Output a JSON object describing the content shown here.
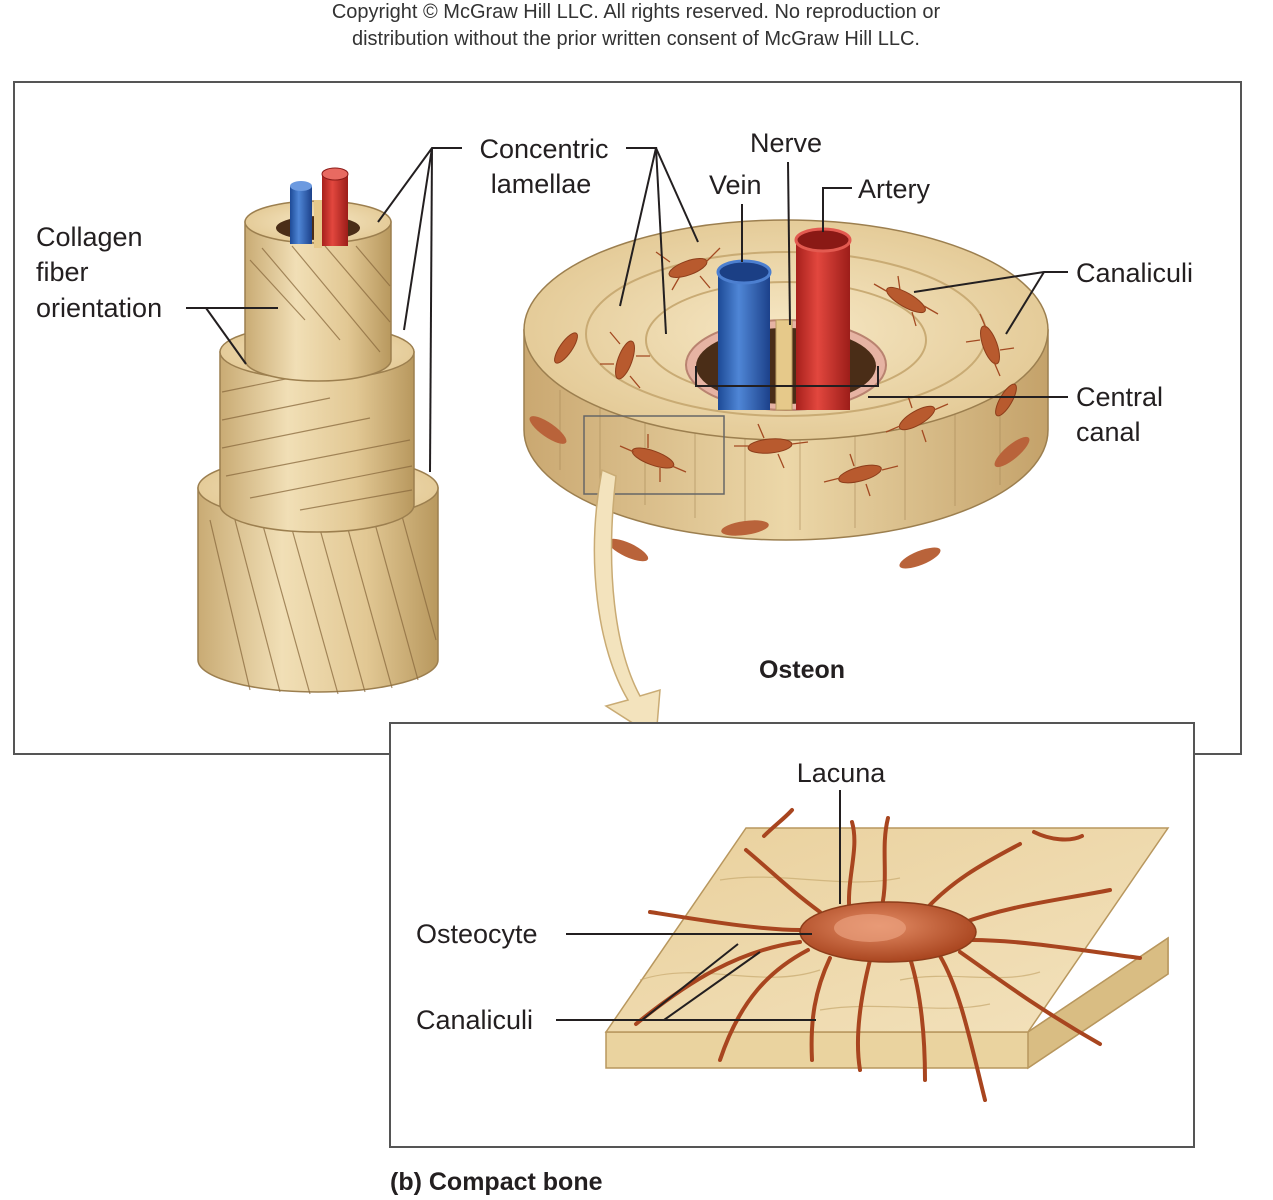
{
  "copyright": {
    "line1": "Copyright © McGraw Hill LLC. All rights reserved. No reproduction or",
    "line2": "distribution without the prior written consent of McGraw Hill LLC."
  },
  "labels": {
    "concentric_lamellae_1": "Concentric",
    "concentric_lamellae_2": "lamellae",
    "nerve": "Nerve",
    "vein": "Vein",
    "artery": "Artery",
    "collagen_1": "Collagen",
    "collagen_2": "fiber",
    "collagen_3": "orientation",
    "canaliculi_top": "Canaliculi",
    "central_canal_1": "Central",
    "central_canal_2": "canal",
    "osteon": "Osteon",
    "lacuna": "Lacuna",
    "osteocyte": "Osteocyte",
    "canaliculi_bottom": "Canaliculi",
    "caption": "(b) Compact bone"
  },
  "colors": {
    "bone": "#e8d2a4",
    "bone_dark": "#cdb07a",
    "vein": "#2d5fb0",
    "artery": "#cc2f2a",
    "nerve": "#e9cf8a",
    "osteocyte": "#b85a2e"
  }
}
